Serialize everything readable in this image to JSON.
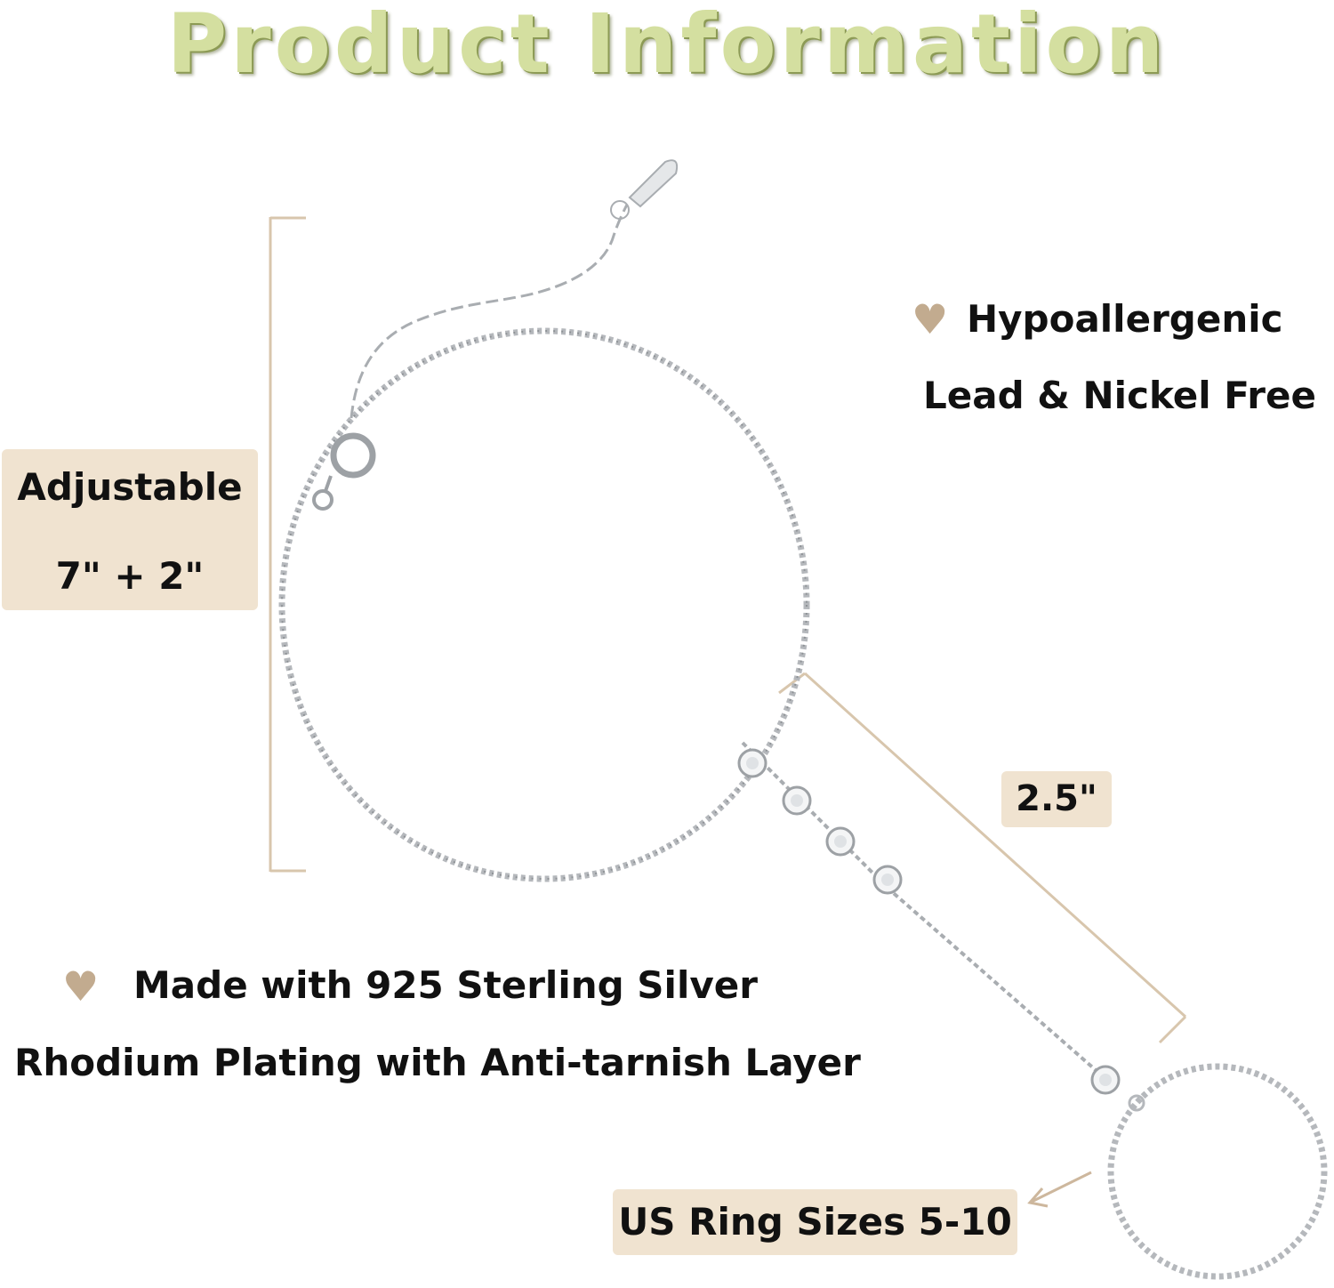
{
  "title": "Product Information",
  "labels": {
    "adjustable": "Adjustable",
    "length": "7\" + 2\"",
    "finger_chain": "2.5\"",
    "ring_sizes": "US Ring Sizes 5-10"
  },
  "features": {
    "hypo_heading": "Hypoallergenic",
    "hypo_sub": "Lead & Nickel Free",
    "material_heading": "Made with 925 Sterling Silver",
    "material_sub": "Rhodium Plating with Anti-tarnish Layer"
  },
  "icons": {
    "bullet": "heart-icon"
  },
  "colors": {
    "title_fill": "#d4dfa0",
    "label_background": "#f0e3d0",
    "heart": "#c2ab8f",
    "bracket": "#d8c6ad",
    "chain": "#b5b8bc"
  }
}
